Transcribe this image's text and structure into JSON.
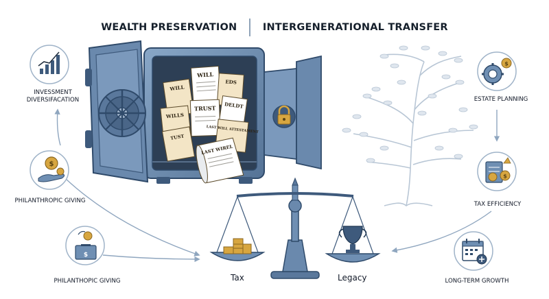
{
  "header": {
    "left_title": "WEALTH PRESERVATION",
    "right_title": "INTERGENERATIONAL TRANSFER"
  },
  "left_cycle": [
    {
      "label": "INVESSMENT DIVERSIFACATION",
      "icon": "chart-icon"
    },
    {
      "label": "PHILANTHROPIC GIVING",
      "icon": "coin-hand-icon"
    },
    {
      "label": "PHILANTHOPIC GIVING",
      "icon": "donation-box-icon"
    }
  ],
  "right_cycle": [
    {
      "label": "ESTATE PLANNING",
      "icon": "gear-dollar-icon"
    },
    {
      "label": "TAX EFFICIENCY",
      "icon": "document-coins-icon"
    },
    {
      "label": "LONG-TERM GROWTH",
      "icon": "calendar-icon"
    }
  ],
  "vault": {
    "documents": [
      "WILL",
      "WILL",
      "EDS",
      "WILLS",
      "TRUST",
      "DELDT",
      "TUST",
      "LAST WILL ATTESTAMENT",
      "LAST WIREL"
    ]
  },
  "scale": {
    "left_pan": "Tax",
    "right_pan": "Legacy"
  },
  "colors": {
    "steel": "#6f8fb3",
    "steel_dark": "#3e5a7c",
    "paper": "#f3e5c6",
    "gold": "#d7a640",
    "tree": "#b9c7d6"
  }
}
